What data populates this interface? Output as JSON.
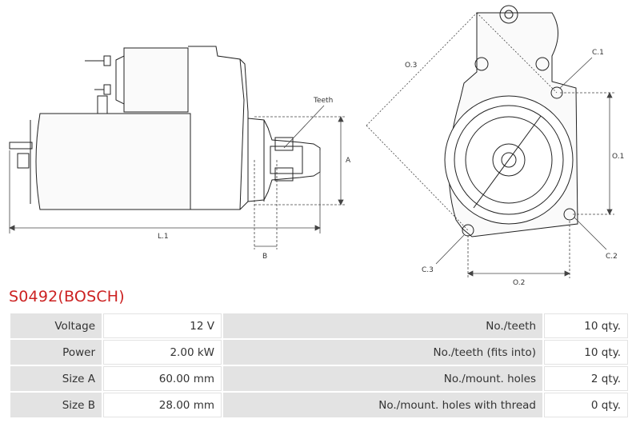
{
  "product": {
    "title": "S0492(BOSCH)"
  },
  "drawing": {
    "labels": {
      "teeth": "Teeth",
      "a": "A",
      "b": "B",
      "l1": "L.1",
      "o1": "O.1",
      "o2": "O.2",
      "o3": "O.3",
      "c1": "C.1",
      "c2": "C.2",
      "c3": "C.3"
    }
  },
  "specs": {
    "rows": [
      {
        "label": "Voltage",
        "value": "12 V",
        "label2": "No./teeth",
        "value2": "10 qty."
      },
      {
        "label": "Power",
        "value": "2.00 kW",
        "label2": "No./teeth (fits into)",
        "value2": "10 qty."
      },
      {
        "label": "Size A",
        "value": "60.00 mm",
        "label2": "No./mount. holes",
        "value2": "2 qty."
      },
      {
        "label": "Size B",
        "value": "28.00 mm",
        "label2": "No./mount. holes with thread",
        "value2": "0 qty."
      }
    ]
  }
}
